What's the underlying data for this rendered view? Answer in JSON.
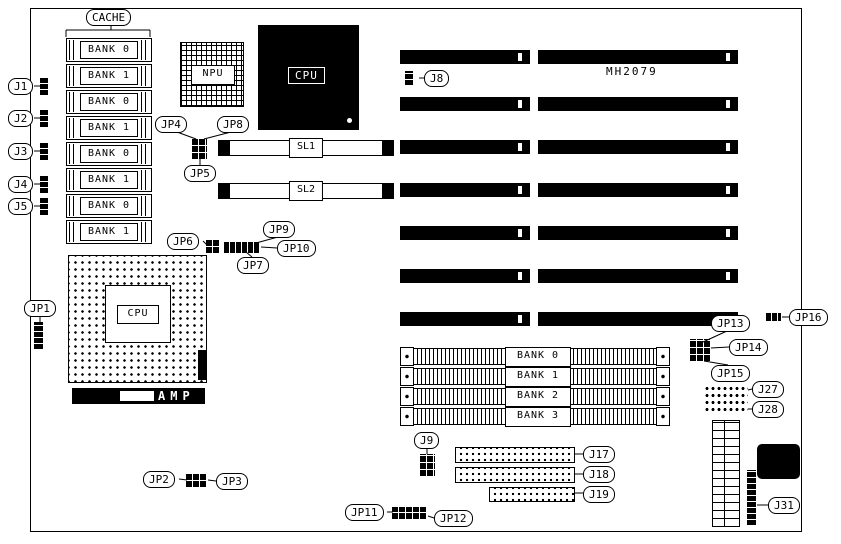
{
  "board": {
    "model": "MH2079",
    "brand_label": "AMP"
  },
  "cache": {
    "label": "CACHE",
    "banks": [
      "BANK 0",
      "BANK 1",
      "BANK 0",
      "BANK 1",
      "BANK 0",
      "BANK 1",
      "BANK 0",
      "BANK 1"
    ]
  },
  "chips": {
    "npu": "NPU",
    "cpu": "CPU",
    "cpu_socket": "CPU"
  },
  "slots": {
    "sl1": "SL1",
    "sl2": "SL2"
  },
  "simm": {
    "banks": [
      "BANK 0",
      "BANK 1",
      "BANK 2",
      "BANK 3"
    ]
  },
  "labels": {
    "j1": "J1",
    "j2": "J2",
    "j3": "J3",
    "j4": "J4",
    "j5": "J5",
    "j8": "J8",
    "j9": "J9",
    "j17": "J17",
    "j18": "J18",
    "j19": "J19",
    "j27": "J27",
    "j28": "J28",
    "j31": "J31",
    "jp1": "JP1",
    "jp2": "JP2",
    "jp3": "JP3",
    "jp4": "JP4",
    "jp5": "JP5",
    "jp6": "JP6",
    "jp7": "JP7",
    "jp8": "JP8",
    "jp9": "JP9",
    "jp10": "JP10",
    "jp11": "JP11",
    "jp12": "JP12",
    "jp13": "JP13",
    "jp14": "JP14",
    "jp15": "JP15",
    "jp16": "JP16"
  },
  "colors": {
    "ink": "#000000",
    "paper": "#ffffff"
  }
}
